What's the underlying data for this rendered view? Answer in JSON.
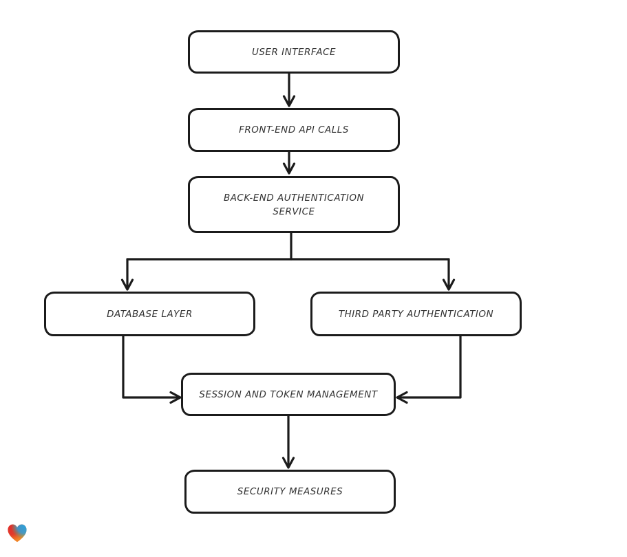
{
  "diagram": {
    "nodes": [
      {
        "id": "user-interface",
        "label": "USER INTERFACE"
      },
      {
        "id": "front-end-api-calls",
        "label": "FRONT-END API CALLS"
      },
      {
        "id": "back-end-authentication-service",
        "label": "BACK-END AUTHENTICATION SERVICE"
      },
      {
        "id": "database-layer",
        "label": "DATABASE LAYER"
      },
      {
        "id": "third-party-authentication",
        "label": "THIRD PARTY AUTHENTICATION"
      },
      {
        "id": "session-and-token-management",
        "label": "SESSION AND TOKEN MANAGEMENT"
      },
      {
        "id": "security-measures",
        "label": "SECURITY MEASURES"
      }
    ],
    "edges": [
      {
        "from": "user-interface",
        "to": "front-end-api-calls"
      },
      {
        "from": "front-end-api-calls",
        "to": "back-end-authentication-service"
      },
      {
        "from": "back-end-authentication-service",
        "to": "database-layer"
      },
      {
        "from": "back-end-authentication-service",
        "to": "third-party-authentication"
      },
      {
        "from": "database-layer",
        "to": "session-and-token-management"
      },
      {
        "from": "third-party-authentication",
        "to": "session-and-token-management"
      },
      {
        "from": "session-and-token-management",
        "to": "security-measures"
      }
    ],
    "style": {
      "stroke_color": "#1b1b1b",
      "node_fill": "#ffffff",
      "text_color": "#333333",
      "background": "#ffffff"
    }
  },
  "logo": {
    "name": "made-with-love-heart",
    "colors": {
      "red": "#e02d2d",
      "blue": "#2e9fd9",
      "green": "#4caf6e",
      "orange": "#f08426"
    }
  }
}
